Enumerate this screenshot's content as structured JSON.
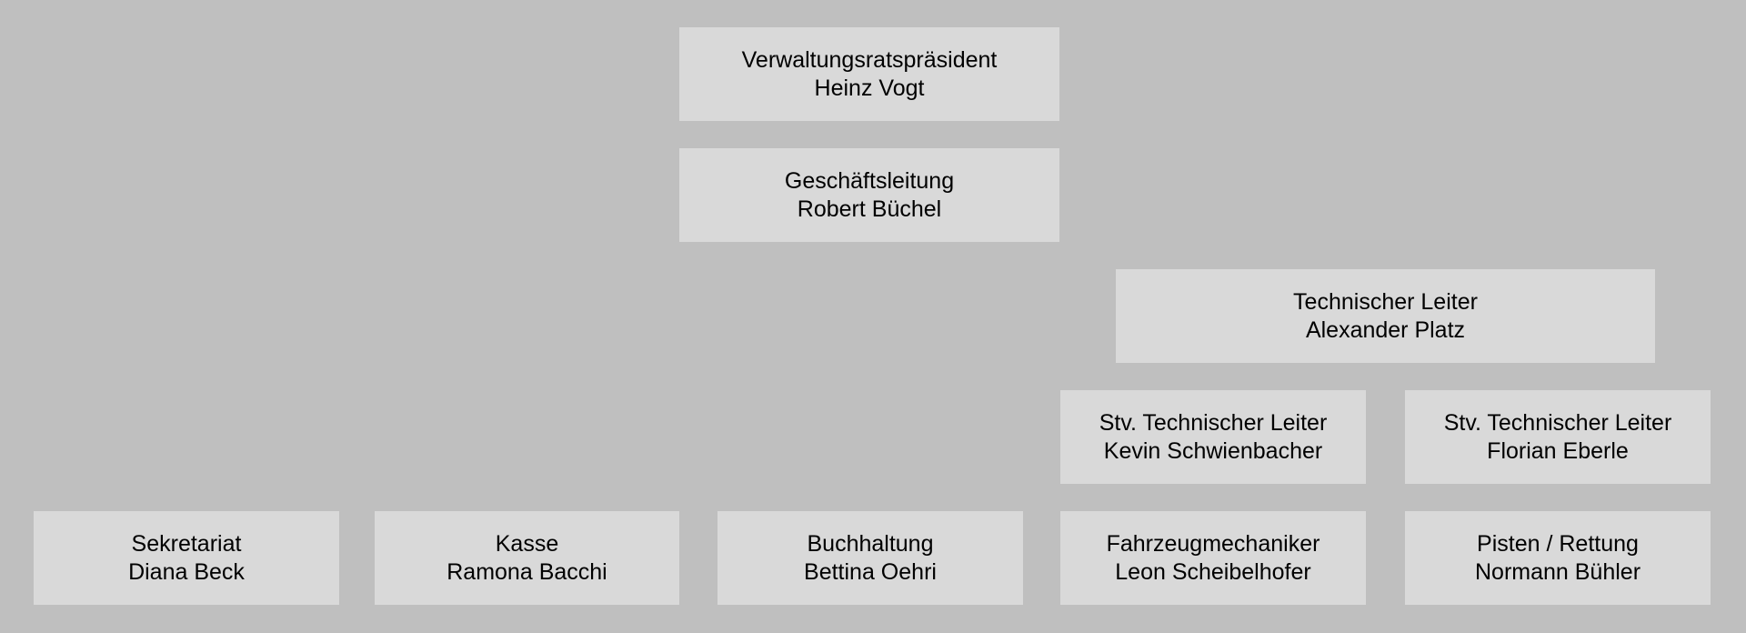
{
  "colors": {
    "background": "#bfbfbf",
    "box_fill": "#d9d9d9",
    "text": "#000000"
  },
  "org_chart": {
    "president": {
      "role": "Verwaltungsratspräsident",
      "name": "Heinz Vogt"
    },
    "management": {
      "role": "Geschäftsleitung",
      "name": "Robert Büchel"
    },
    "technical_lead": {
      "role": "Technischer Leiter",
      "name": "Alexander Platz"
    },
    "deputies": [
      {
        "role": "Stv. Technischer Leiter",
        "name": "Kevin Schwienbacher"
      },
      {
        "role": "Stv. Technischer Leiter",
        "name": "Florian Eberle"
      }
    ],
    "departments": [
      {
        "role": "Sekretariat",
        "name": "Diana Beck"
      },
      {
        "role": "Kasse",
        "name": "Ramona Bacchi"
      },
      {
        "role": "Buchhaltung",
        "name": "Bettina Oehri"
      },
      {
        "role": "Fahrzeugmechaniker",
        "name": "Leon Scheibelhofer"
      },
      {
        "role": "Pisten / Rettung",
        "name": "Normann Bühler"
      }
    ]
  }
}
